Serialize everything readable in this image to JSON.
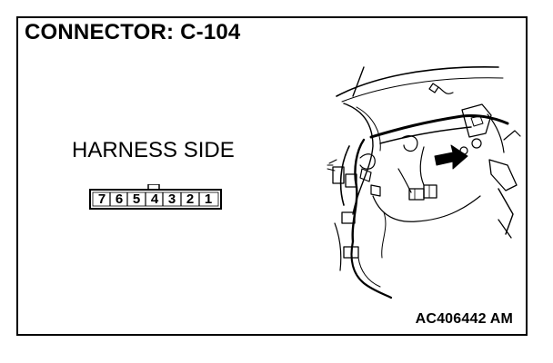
{
  "header": {
    "title": "CONNECTOR: C-104"
  },
  "connector": {
    "side_label": "HARNESS SIDE",
    "pins": [
      "7",
      "6",
      "5",
      "4",
      "3",
      "2",
      "1"
    ]
  },
  "footer": {
    "reference_code": "AC406442 AM"
  }
}
